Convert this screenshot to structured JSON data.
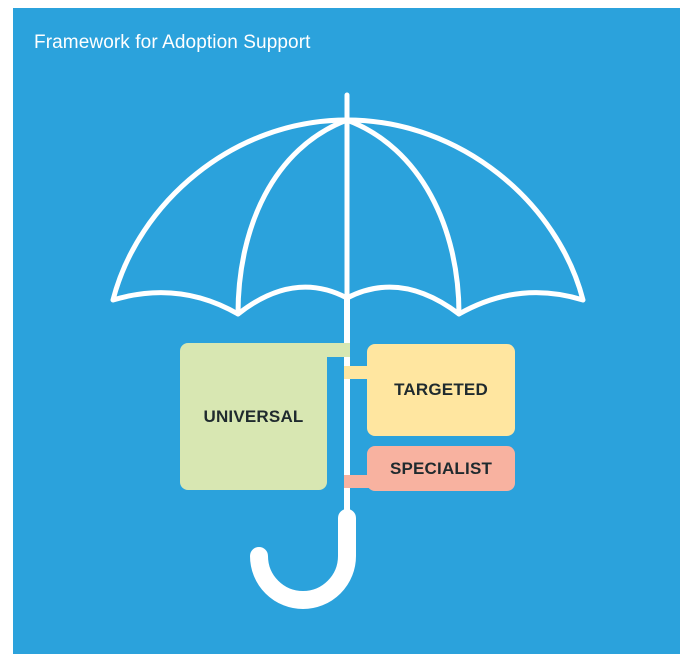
{
  "title": "Framework for Adoption Support",
  "tiers": {
    "universal": {
      "label": "UNIVERSAL",
      "color": "#d8e7b2"
    },
    "targeted": {
      "label": "TARGETED",
      "color": "#ffe6a0"
    },
    "specialist": {
      "label": "SPECIALIST",
      "color": "#f8b2a0"
    }
  },
  "colors": {
    "background": "#2ba2dc",
    "umbrella_line": "#ffffff"
  }
}
